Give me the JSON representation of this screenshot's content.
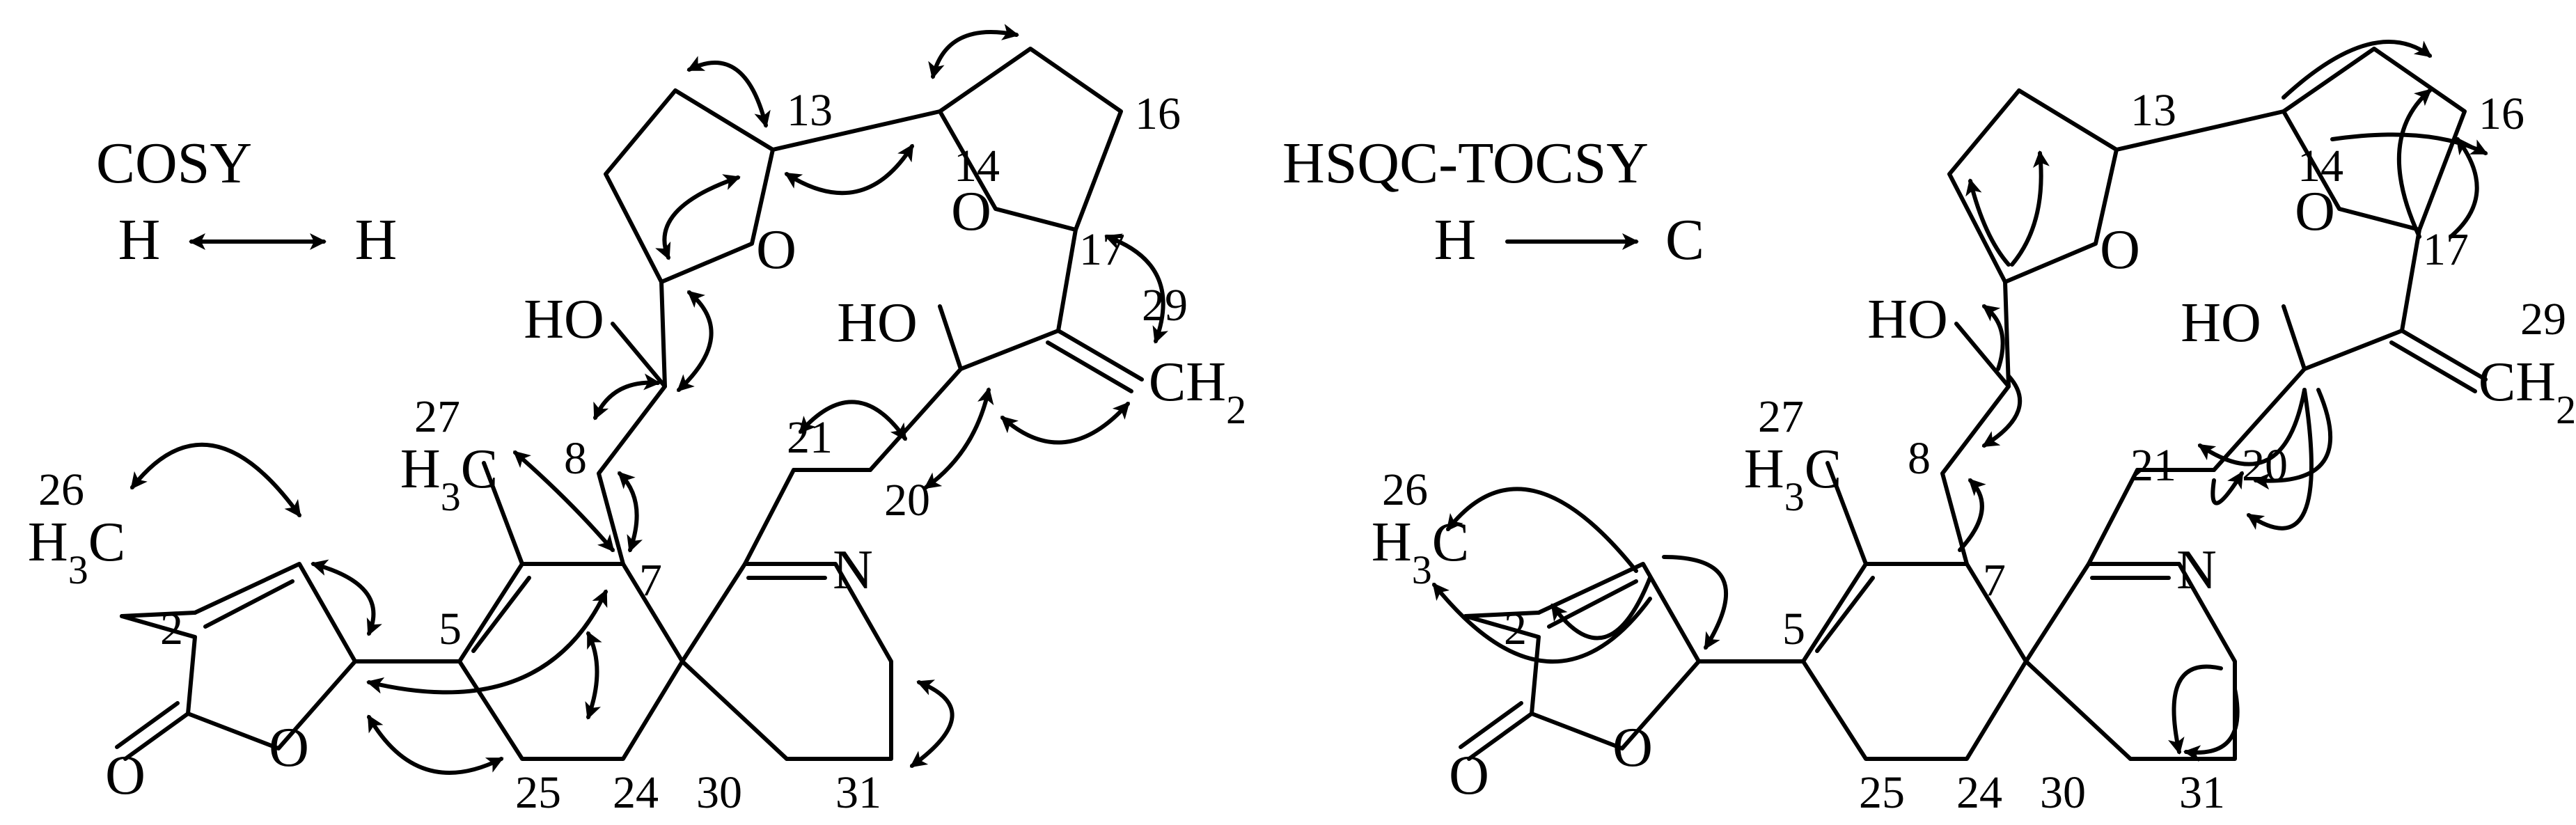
{
  "panels": [
    {
      "id": "cosy",
      "legend": {
        "title": "COSY",
        "left": "H",
        "right": "H"
      },
      "atoms": {
        "o": "O",
        "n": "N",
        "ho1": "HO",
        "ho2": "HO",
        "h3c26": "H3C",
        "h3c27": "H3C",
        "ch2": "CH2"
      },
      "numbers": [
        "2",
        "5",
        "7",
        "8",
        "13",
        "14",
        "16",
        "17",
        "20",
        "21",
        "24",
        "25",
        "26",
        "27",
        "29",
        "30",
        "31"
      ]
    },
    {
      "id": "hsqc-tocsy",
      "legend": {
        "title": "HSQC-TOCSY",
        "left": "H",
        "right": "C"
      },
      "atoms": {
        "o": "O",
        "n": "N",
        "ho1": "HO",
        "ho2": "HO",
        "h3c26": "H3C",
        "h3c27": "H3C",
        "ch2": "CH2"
      },
      "numbers": [
        "2",
        "5",
        "7",
        "8",
        "13",
        "14",
        "16",
        "17",
        "20",
        "21",
        "24",
        "25",
        "26",
        "27",
        "29",
        "30",
        "31"
      ]
    }
  ]
}
